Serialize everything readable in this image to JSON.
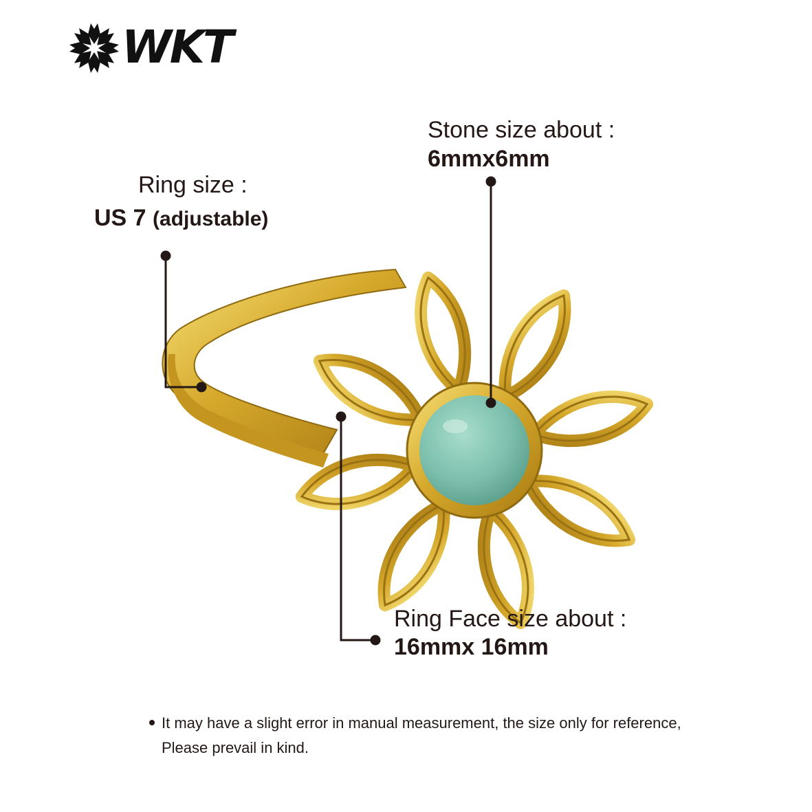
{
  "brand": {
    "name": "WKT",
    "logo_icon": "snowflake-flower-icon"
  },
  "callouts": {
    "stone": {
      "label": "Stone size about :",
      "value": "6mmx6mm"
    },
    "ring_size": {
      "label": "Ring size :",
      "value_main": "US 7",
      "value_note": "(adjustable)"
    },
    "ring_face": {
      "label": "Ring Face size about :",
      "value": "16mmx 16mm"
    }
  },
  "note": {
    "line1": "It may have a slight error in manual measurement, the size only for reference,",
    "line2": "Please prevail in kind."
  },
  "colors": {
    "gold": "#d4a72c",
    "gold_light": "#f3d86a",
    "stone": "#7cc0ad",
    "text": "#231815"
  }
}
